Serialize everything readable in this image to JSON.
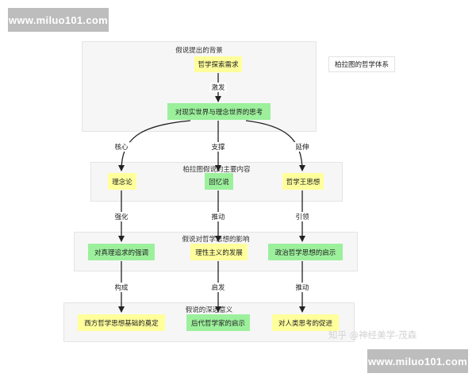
{
  "watermark": {
    "top": "www.miluo101.com",
    "bottom": "www.miluo101.com"
  },
  "diagram": {
    "side_title": "柏拉图的哲学体系",
    "groups": {
      "background": "假说提出的背景",
      "content": "柏拉图假说的主要内容",
      "influence": "假说对哲学思想的影响",
      "meaning": "假说的深远意义"
    },
    "nodes": {
      "demand": "哲学探索需求",
      "thinking": "对现实世界与理念世界的思考",
      "idea_theory": "理念论",
      "recollection": "回忆说",
      "philosopher_king": "哲学王思想",
      "truth_pursuit": "对真理追求的强调",
      "rationalism": "理性主义的发展",
      "political_insight": "政治哲学思想的启示",
      "western_foundation": "西方哲学思想基础的奠定",
      "later_insight": "后代哲学家的启示",
      "human_thinking": "对人类思考的促进"
    },
    "edge_labels": {
      "inspire": "激发",
      "core": "核心",
      "support": "支撑",
      "extend": "延伸",
      "strengthen": "强化",
      "promote": "推动",
      "guide": "引领",
      "constitute": "构成",
      "enlighten": "启发",
      "promote2": "推动"
    }
  },
  "credit": "知乎 @神经美学-茂森",
  "colors": {
    "yellow_node": "#ffff9c",
    "green_node": "#9cf09c",
    "group_bg": "#f6f6f6",
    "edge": "#222222"
  }
}
